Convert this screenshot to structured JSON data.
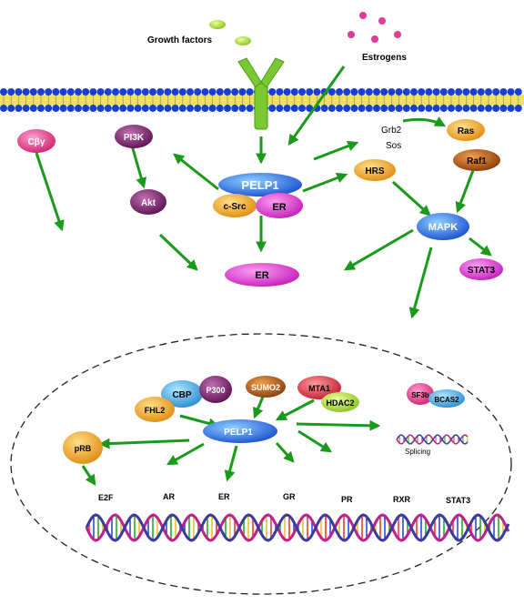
{
  "colors": {
    "arrow": "#1a9a1a",
    "membrane_head": "#1a3fd0",
    "membrane_tail": "#f0e060",
    "receptor": "#7ac832",
    "pelp1": "#1a5fe0",
    "er": "#d02cc8",
    "csrc": "#f0a020",
    "hrs": "#f0a020",
    "raf1": "#b85a10",
    "ras": "#f0a020",
    "mapk": "#1a6be0",
    "stat3": "#d02cc8",
    "cby": "#e03a8a",
    "pi3k": "#8a2a6a",
    "akt": "#7a1a7a",
    "growth_factor": "#b8dc50",
    "estrogen": "#e03a9a"
  },
  "labels": {
    "growth_factors": "Growth factors",
    "estrogens": "Estrogens",
    "grb2": "Grb2",
    "sos": "Sos",
    "splicing": "Splicing"
  },
  "cytoplasm": {
    "cby": "Cβγ",
    "pi3k": "PI3K",
    "akt": "Akt",
    "pelp1": "PELP1",
    "csrc": "c-Src",
    "er_complex": "ER",
    "er_lower": "ER",
    "ras": "Ras",
    "raf1": "Raf1",
    "hrs": "HRS",
    "mapk": "MAPK",
    "stat3": "STAT3"
  },
  "nucleus": {
    "cbp": "CBP",
    "p300": "P300",
    "fhl2": "FHL2",
    "sumo2": "SUMO2",
    "mta1": "MTA1",
    "hdac2": "HDAC2",
    "sf3b": "SF3b",
    "bcas2": "BCAS2",
    "pelp1": "PELP1",
    "prb": "pRB",
    "targets": [
      "E2F",
      "AR",
      "ER",
      "GR",
      "PR",
      "RXR",
      "STAT3"
    ]
  }
}
